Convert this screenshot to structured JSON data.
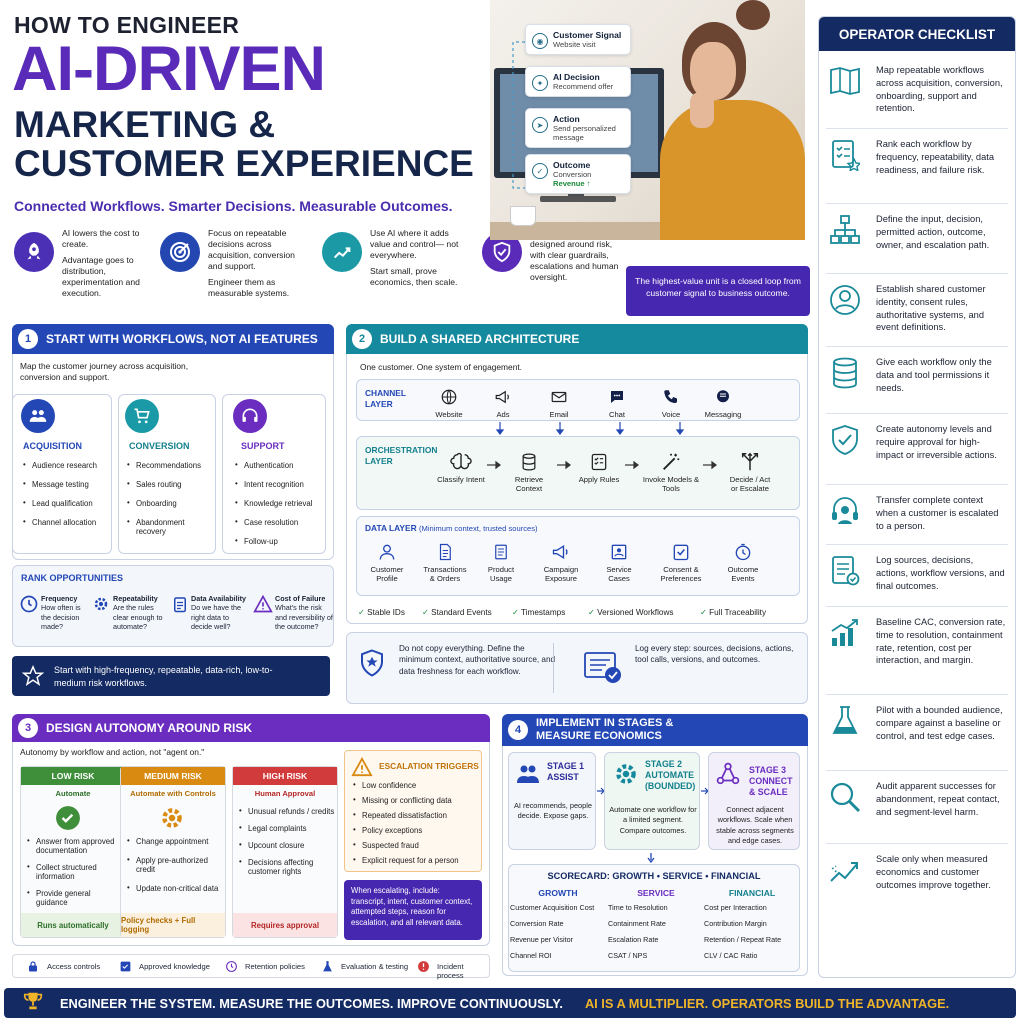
{
  "header": {
    "title_line1": "HOW TO ENGINEER",
    "title_line2": "AI-DRIVEN",
    "title_line3": "MARKETING &",
    "title_line4": "CUSTOMER EXPERIENCE",
    "tagline": "Connected Workflows. Smarter Decisions. Measurable Outcomes."
  },
  "intro": [
    {
      "icon": "rocket-icon",
      "lines": [
        "AI lowers the cost to create.",
        "Advantage goes to distribution, experimentation and execution."
      ]
    },
    {
      "icon": "target-icon",
      "lines": [
        "Focus on repeatable decisions across acquisition, conversion and support.",
        "Engineer them as measurable systems."
      ]
    },
    {
      "icon": "growth-chart-icon",
      "lines": [
        "Use AI where it adds value and control— not everywhere.",
        "Start small, prove economics, then scale."
      ]
    },
    {
      "icon": "shield-check-icon",
      "lines": [
        "Autonomy must be designed around risk, with clear guardrails, escalations and human oversight."
      ]
    }
  ],
  "flow_cards": [
    {
      "title": "Customer Signal",
      "sub": "Website visit",
      "extra": ""
    },
    {
      "title": "AI Decision",
      "sub": "Recommend offer",
      "extra": ""
    },
    {
      "title": "Action",
      "sub": "Send personalized message",
      "extra": ""
    },
    {
      "title": "Outcome",
      "sub": "Conversion",
      "extra": "Revenue ↑"
    }
  ],
  "callout": "The highest-value unit is a closed loop from customer signal to business outcome.",
  "section1": {
    "num": "1",
    "title": "START WITH WORKFLOWS, NOT AI FEATURES",
    "intro": "Map the customer journey across acquisition, conversion and support.",
    "columns": [
      {
        "title": "ACQUISITION",
        "items": [
          "Audience research",
          "Message testing",
          "Lead qualification",
          "Channel allocation"
        ]
      },
      {
        "title": "CONVERSION",
        "items": [
          "Recommendations",
          "Sales routing",
          "Onboarding",
          "Abandonment recovery"
        ]
      },
      {
        "title": "SUPPORT",
        "items": [
          "Authentication",
          "Intent recognition",
          "Knowledge retrieval",
          "Case resolution",
          "Follow-up"
        ]
      }
    ],
    "rank_title": "RANK OPPORTUNITIES",
    "rank": [
      {
        "title": "Frequency",
        "text": "How often is the decision made?"
      },
      {
        "title": "Repeatability",
        "text": "Are the rules clear enough to automate?"
      },
      {
        "title": "Data Availability",
        "text": "Do we have the right data to decide well?"
      },
      {
        "title": "Cost of Failure",
        "text": "What's the risk and reversibility of the outcome?"
      }
    ],
    "note": "Start with high-frequency, repeatable, data-rich, low-to-medium risk workflows."
  },
  "section2": {
    "num": "2",
    "title": "BUILD A SHARED ARCHITECTURE",
    "intro": "One customer. One system of engagement.",
    "channel_label": "CHANNEL LAYER",
    "channels": [
      "Website",
      "Ads",
      "Email",
      "Chat",
      "Voice",
      "Messaging"
    ],
    "orch_label": "ORCHESTRATION LAYER",
    "orch": [
      "Classify Intent",
      "Retrieve Context",
      "Apply Rules",
      "Invoke Models & Tools",
      "Decide / Act or Escalate"
    ],
    "data_label": "DATA LAYER",
    "data_sub": "(Minimum context, trusted sources)",
    "data": [
      "Customer Profile",
      "Transactions & Orders",
      "Product Usage",
      "Campaign Exposure",
      "Service Cases",
      "Consent & Preferences",
      "Outcome Events"
    ],
    "checks": [
      "Stable IDs",
      "Standard Events",
      "Timestamps",
      "Versioned Workflows",
      "Full Traceability"
    ],
    "tip1": "Do not copy everything. Define the minimum context, authoritative source, and data freshness for each workflow.",
    "tip2": "Log every step: sources, decisions, actions, tool calls, versions, and outcomes."
  },
  "section3": {
    "num": "3",
    "title": "DESIGN AUTONOMY AROUND RISK",
    "intro": "Autonomy by workflow and action, not \"agent on.\"",
    "levels": [
      {
        "title": "LOW RISK",
        "sub": "Automate",
        "items": [
          "Answer from approved documentation",
          "Collect structured information",
          "Provide general guidance"
        ],
        "footer": "Runs automatically",
        "color": "#3f8f3a"
      },
      {
        "title": "MEDIUM RISK",
        "sub": "Automate with Controls",
        "items": [
          "Change appointment",
          "Apply pre-authorized credit",
          "Update non-critical data"
        ],
        "footer": "Policy checks + Full logging",
        "color": "#d98a10"
      },
      {
        "title": "HIGH RISK",
        "sub": "Human Approval",
        "items": [
          "Unusual refunds / credits",
          "Legal complaints",
          "Upcount closure",
          "Decisions affecting customer rights"
        ],
        "footer": "Requires approval",
        "color": "#d23b3b"
      }
    ],
    "triggers_title": "ESCALATION TRIGGERS",
    "triggers": [
      "Low confidence",
      "Missing or conflicting data",
      "Repeated dissatisfaction",
      "Policy exceptions",
      "Suspected fraud",
      "Explicit request for a person"
    ],
    "escalate_note": "When escalating, include: transcript, intent, customer context, attempted steps, reason for escalation, and all relevant data.",
    "controls": [
      "Access controls",
      "Approved knowledge",
      "Retention policies",
      "Evaluation & testing",
      "Incident process"
    ]
  },
  "section4": {
    "num": "4",
    "title": "IMPLEMENT IN STAGES & MEASURE ECONOMICS",
    "stages": [
      {
        "title": "STAGE 1 ASSIST",
        "text": "AI recommends, people decide. Expose gaps."
      },
      {
        "title": "STAGE 2 AUTOMATE (BOUNDED)",
        "text": "Automate one workflow for a limited segment. Compare outcomes."
      },
      {
        "title": "STAGE 3 CONNECT & SCALE",
        "text": "Connect adjacent workflows. Scale when stable across segments and edge cases."
      }
    ],
    "scorecard_title": "SCORECARD: GROWTH • SERVICE • FINANCIAL",
    "scorecard": [
      {
        "title": "GROWTH",
        "items": [
          "Customer Acquisition Cost",
          "Conversion Rate",
          "Revenue per Visitor",
          "Channel ROI"
        ]
      },
      {
        "title": "SERVICE",
        "items": [
          "Time to Resolution",
          "Containment Rate",
          "Escalation Rate",
          "CSAT / NPS"
        ]
      },
      {
        "title": "FINANCIAL",
        "items": [
          "Cost per Interaction",
          "Contribution Margin",
          "Retention / Repeat Rate",
          "CLV / CAC Ratio"
        ]
      }
    ]
  },
  "checklist": {
    "title": "OPERATOR CHECKLIST",
    "items": [
      "Map repeatable workflows across acquisition, conversion, onboarding, support and retention.",
      "Rank each workflow by frequency, repeatability, data readiness, and failure risk.",
      "Define the input, decision, permitted action, outcome, owner, and escalation path.",
      "Establish shared customer identity, consent rules, authoritative systems, and event definitions.",
      "Give each workflow only the data and tool permissions it needs.",
      "Create autonomy levels and require approval for high-impact or irreversible actions.",
      "Transfer complete context when a customer is escalated to a person.",
      "Log sources, decisions, actions, workflow versions, and final outcomes.",
      "Baseline CAC, conversion rate, time to resolution, containment rate, retention, cost per interaction, and margin.",
      "Pilot with a bounded audience, compare against a baseline or control, and test edge cases.",
      "Audit apparent successes for abandonment, repeat contact, and segment-level harm.",
      "Scale only when measured economics and customer outcomes improve together."
    ]
  },
  "footer": {
    "left": "ENGINEER THE SYSTEM.  MEASURE THE OUTCOMES.  IMPROVE CONTINUOUSLY.",
    "right": "AI IS A MULTIPLIER. OPERATORS BUILD THE ADVANTAGE."
  },
  "colors": {
    "navy": "#142a63",
    "purple": "#5a2bb8",
    "blue": "#2b49b5",
    "teal": "#1a8aa0",
    "violet": "#6a2dbf"
  }
}
